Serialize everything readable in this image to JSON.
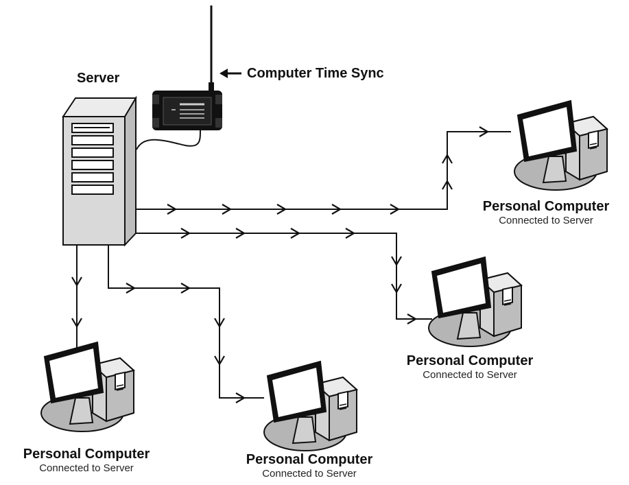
{
  "labels": {
    "server": "Server",
    "time_sync": "Computer Time Sync"
  },
  "computers": [
    {
      "title": "Personal Computer",
      "subtitle": "Connected to Server"
    },
    {
      "title": "Personal Computer",
      "subtitle": "Connected to Server"
    },
    {
      "title": "Personal Computer",
      "subtitle": "Connected to Server"
    },
    {
      "title": "Personal Computer",
      "subtitle": "Connected to Server"
    }
  ],
  "colors": {
    "line": "#111111",
    "server_body": "#d9d9d9",
    "server_side": "#bdbdbd",
    "device_body": "#111111",
    "monitor_screen": "#ffffff",
    "base_shadow": "#b5b5b5"
  }
}
